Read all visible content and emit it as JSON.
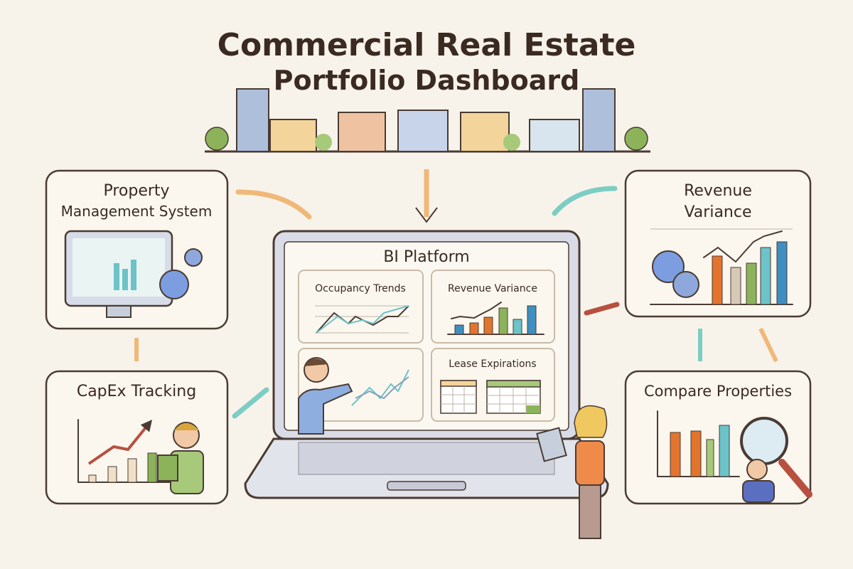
{
  "title": {
    "line1": "Commercial Real Estate",
    "line2": "Portfolio Dashboard"
  },
  "nodes": {
    "pms": {
      "line1": "Property",
      "line2": "Management System"
    },
    "capex": {
      "label": "CapEx Tracking"
    },
    "revenue": {
      "line1": "Revenue",
      "line2": "Variance"
    },
    "compare": {
      "label": "Compare Properties"
    },
    "bi": {
      "title": "BI Platform",
      "panels": [
        {
          "label": "Occupancy Trends"
        },
        {
          "label": "Revenue Variance"
        },
        {
          "label": ""
        },
        {
          "label": "Lease Expirations"
        }
      ]
    }
  },
  "colors": {
    "background": "#f8f3ea",
    "outline": "#4a3b33",
    "blue": "#3f8fc0",
    "orange": "#e2742e",
    "green": "#8cb35a",
    "teal": "#6cc3c8",
    "arrow_orange": "#f0b878",
    "arrow_teal": "#7ccdc4",
    "arrow_red": "#b8503f"
  },
  "icons": [
    "buildings-skyline",
    "monitor-icon",
    "gear-icon",
    "laptop-icon",
    "magnifier-icon",
    "calendar-icon",
    "clipboard-icon",
    "arrow-icon"
  ]
}
